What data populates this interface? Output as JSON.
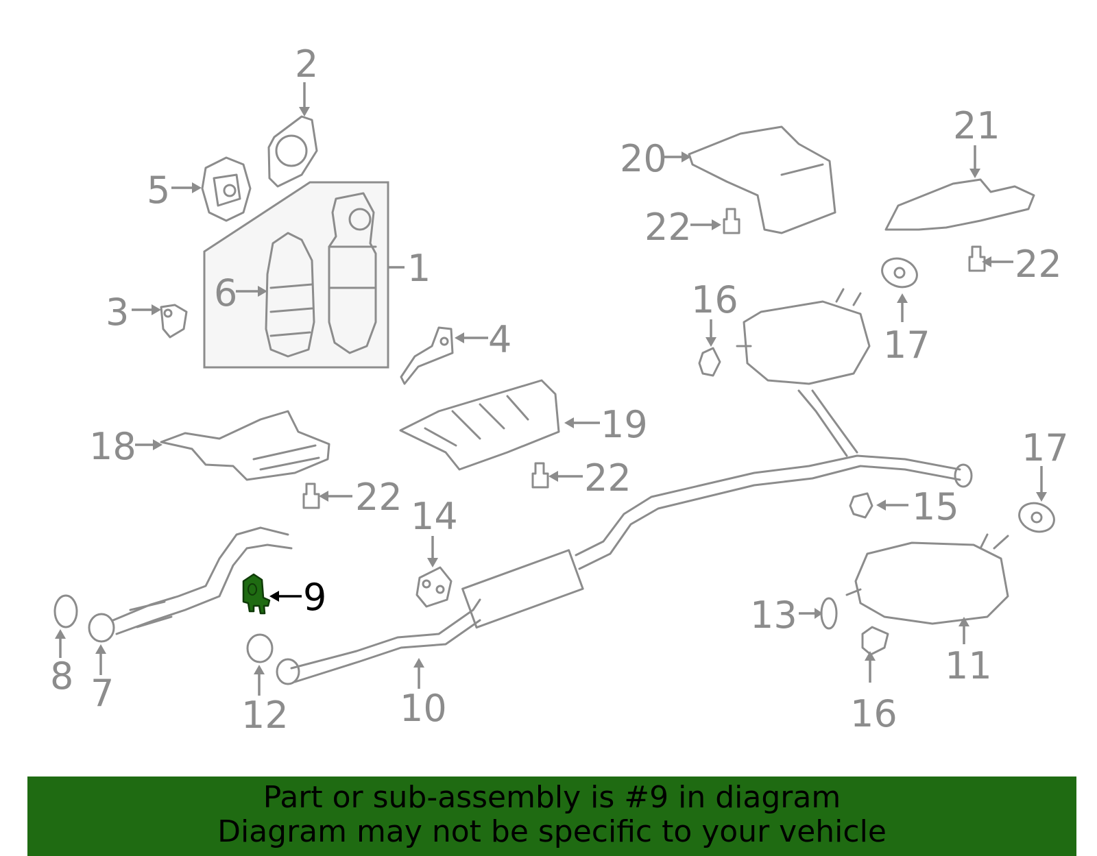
{
  "colors": {
    "line": "#8c8c8c",
    "highlight_fill": "#1f6b12",
    "banner_bg": "#1f6b12",
    "label": "#8c8c8c",
    "highlight_label": "#000000"
  },
  "highlighted_part": "9",
  "callouts": [
    {
      "id": "c1",
      "text": "1"
    },
    {
      "id": "c2",
      "text": "2"
    },
    {
      "id": "c3",
      "text": "3"
    },
    {
      "id": "c4",
      "text": "4"
    },
    {
      "id": "c5",
      "text": "5"
    },
    {
      "id": "c6",
      "text": "6"
    },
    {
      "id": "c7",
      "text": "7"
    },
    {
      "id": "c8",
      "text": "8"
    },
    {
      "id": "c9",
      "text": "9"
    },
    {
      "id": "c10",
      "text": "10"
    },
    {
      "id": "c11",
      "text": "11"
    },
    {
      "id": "c12",
      "text": "12"
    },
    {
      "id": "c13",
      "text": "13"
    },
    {
      "id": "c14",
      "text": "14"
    },
    {
      "id": "c15",
      "text": "15"
    },
    {
      "id": "c16a",
      "text": "16"
    },
    {
      "id": "c16b",
      "text": "16"
    },
    {
      "id": "c17a",
      "text": "17"
    },
    {
      "id": "c17b",
      "text": "17"
    },
    {
      "id": "c18",
      "text": "18"
    },
    {
      "id": "c19",
      "text": "19"
    },
    {
      "id": "c20",
      "text": "20"
    },
    {
      "id": "c21",
      "text": "21"
    },
    {
      "id": "c22a",
      "text": "22"
    },
    {
      "id": "c22b",
      "text": "22"
    },
    {
      "id": "c22c",
      "text": "22"
    },
    {
      "id": "c22d",
      "text": "22"
    }
  ],
  "banner": {
    "line1": "Part or sub-assembly is #9 in diagram",
    "line2": "Diagram may not be specific to your vehicle"
  }
}
